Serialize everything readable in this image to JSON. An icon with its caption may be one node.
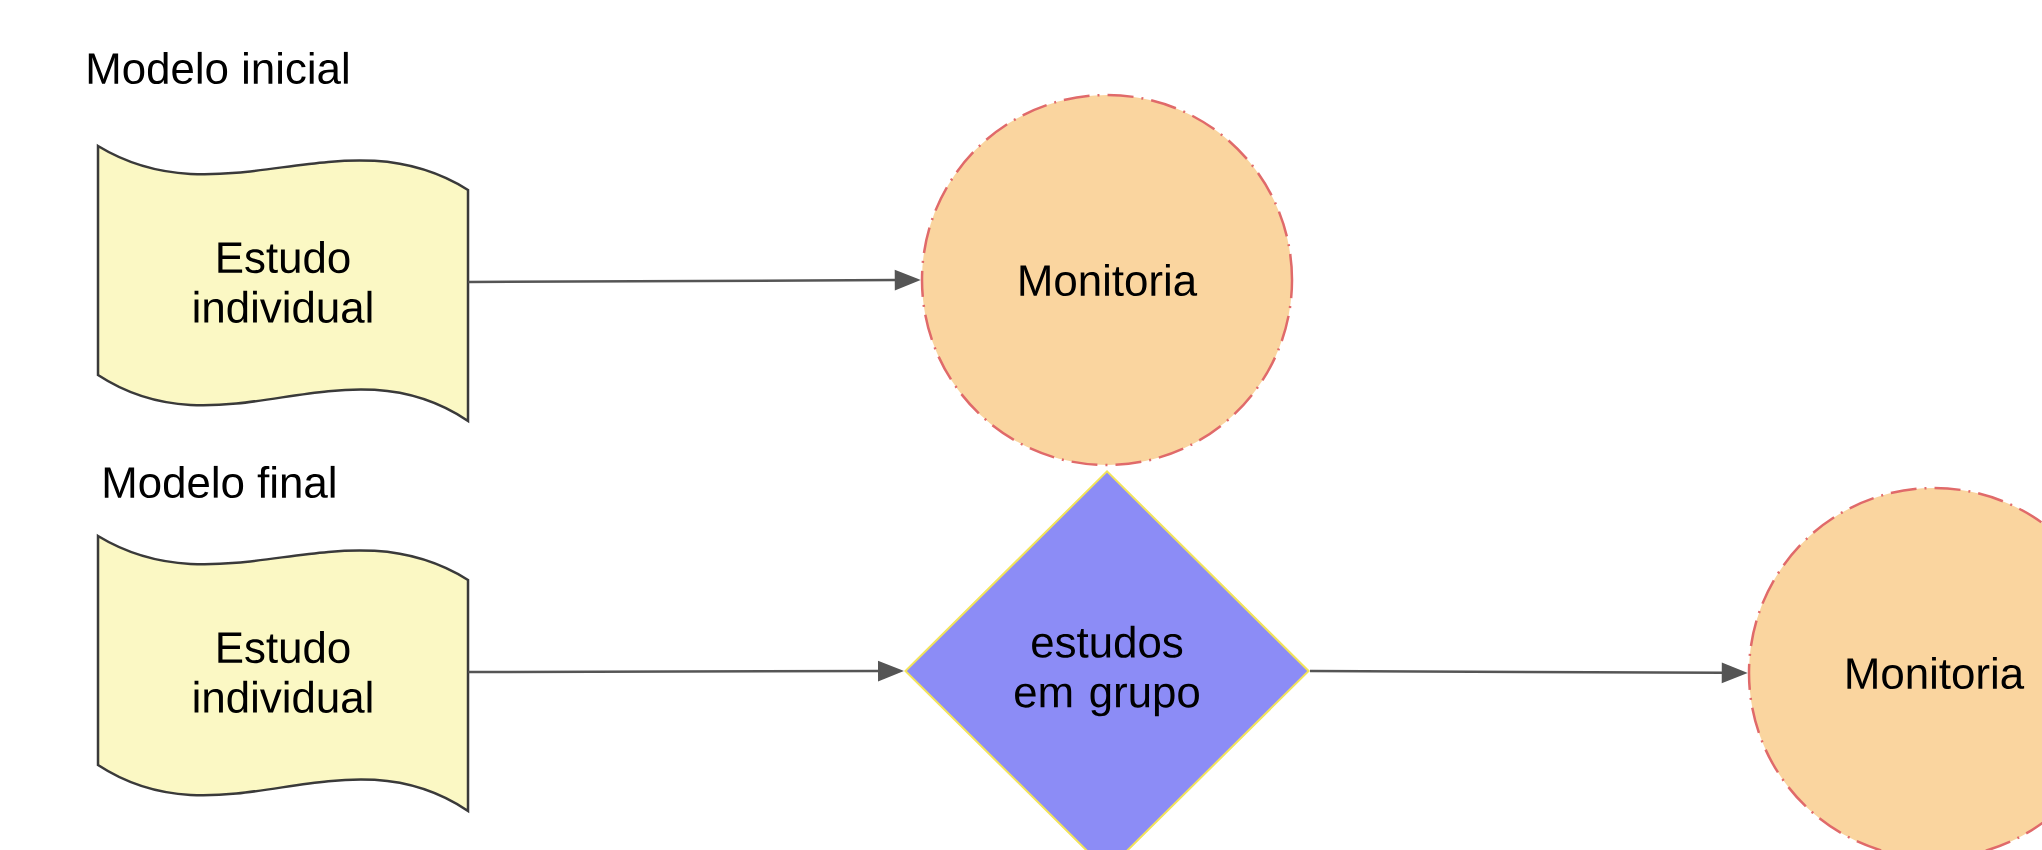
{
  "diagram": {
    "nodes": [
      {
        "text": [
          "Estudo individual"
        ]
      },
      {
        "text": [
          "Monitoria"
        ]
      },
      {
        "text": [
          "Estudo individual"
        ]
      },
      {
        "text": [
          "estudos em grupo"
        ]
      },
      {
        "text": [
          "Monitoria"
        ]
      }
    ],
    "edges": [
      {
        "from": 0,
        "to": 1,
        "arrow": "to"
      },
      {
        "from": 2,
        "to": 3,
        "arrow": "to"
      },
      {
        "from": 3,
        "to": 4,
        "arrow": "to"
      }
    ],
    "labels": [
      "Modelo inicial",
      "Modelo final"
    ]
  }
}
